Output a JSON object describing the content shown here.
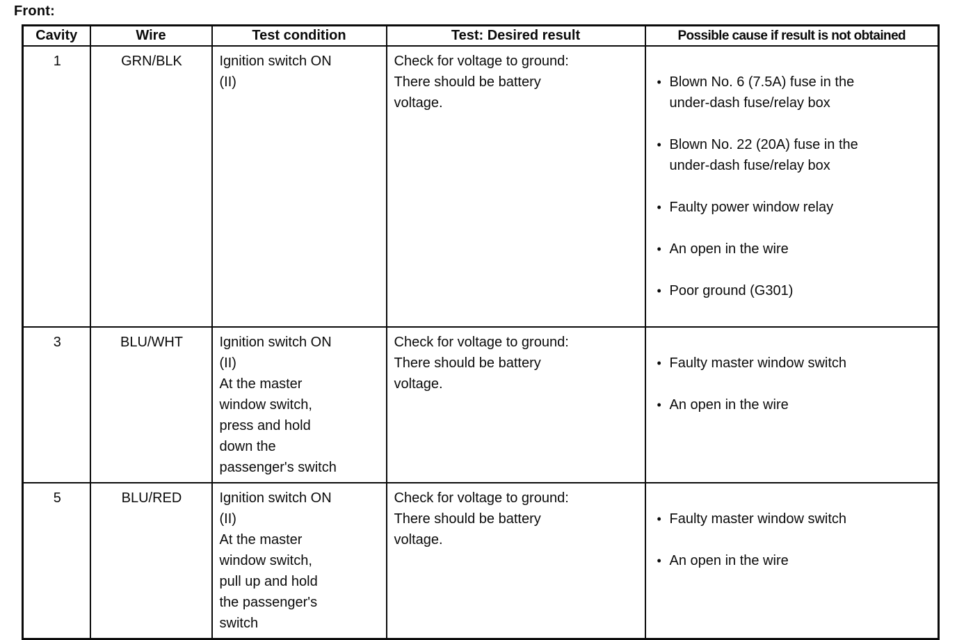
{
  "page": {
    "label": "Front:"
  },
  "table": {
    "headers": {
      "cavity": "Cavity",
      "wire": "Wire",
      "test_condition": "Test condition",
      "desired_result": "Test: Desired result",
      "possible_cause": "Possible cause if result is not obtained"
    },
    "rows": [
      {
        "cavity": "1",
        "wire": "GRN/BLK",
        "test_condition": "Ignition switch ON\n(II)",
        "desired_result": "Check for voltage to ground:\nThere should be battery\nvoltage.",
        "possible_causes": [
          "Blown No. 6 (7.5A) fuse in the\nunder-dash fuse/relay box",
          "Blown No. 22 (20A) fuse in the\nunder-dash fuse/relay box",
          "Faulty power window relay",
          "An open in the wire",
          "Poor ground (G301)"
        ]
      },
      {
        "cavity": "3",
        "wire": "BLU/WHT",
        "test_condition": "Ignition switch ON\n(II)\nAt the master\nwindow switch,\npress and hold\ndown the\npassenger's switch",
        "desired_result": "Check for voltage to ground:\nThere should be battery\nvoltage.",
        "possible_causes": [
          "Faulty master window switch",
          "An open in the wire"
        ]
      },
      {
        "cavity": "5",
        "wire": "BLU/RED",
        "test_condition": "Ignition switch ON\n(II)\nAt the master\nwindow switch,\npull up and hold\nthe passenger's\nswitch",
        "desired_result": "Check for voltage to ground:\nThere should be battery\nvoltage.",
        "possible_causes": [
          "Faulty master window switch",
          "An open in the wire"
        ]
      }
    ]
  }
}
